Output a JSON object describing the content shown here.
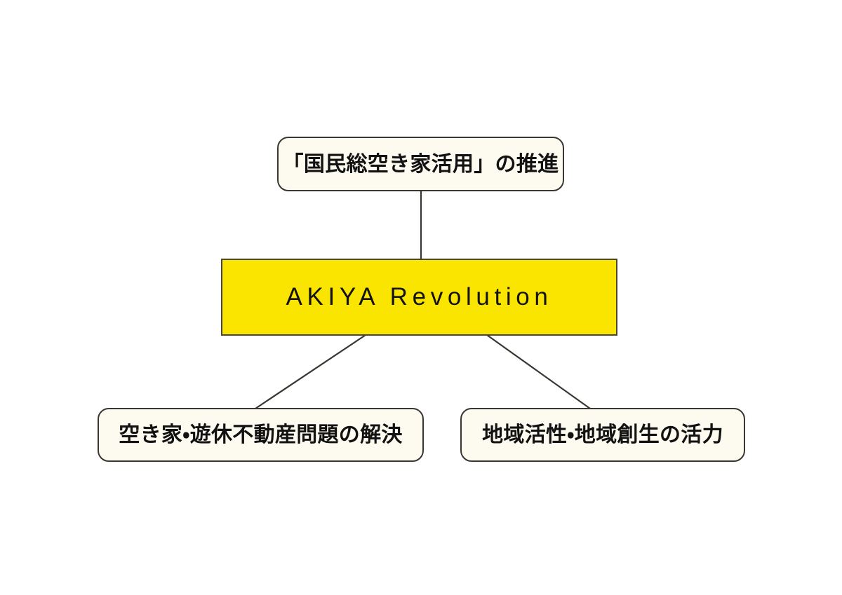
{
  "diagram": {
    "type": "hierarchy-tree",
    "background_color": "#ffffff",
    "palette": {
      "box_fill": "#fdfbf0",
      "box_border": "#3a3632",
      "accent_fill": "#f9e500",
      "accent_border": "#4a4535",
      "text_color": "#121212",
      "connector_color": "#3a3632"
    },
    "nodes": {
      "goal": {
        "label": "「国民総空き家活用」の推進",
        "role": "top-goal",
        "shape": "rounded-rectangle",
        "fill": "#fdfbf0"
      },
      "brand": {
        "label": "AKIYA Revolution",
        "role": "central-concept",
        "shape": "rectangle",
        "fill": "#f9e500"
      },
      "outcome_left": {
        "label": "空き家・遊休不動産問題の解決",
        "role": "outcome",
        "shape": "rounded-rectangle",
        "fill": "#fdfbf0"
      },
      "outcome_right": {
        "label": "地域活性・地域創生の活力",
        "role": "outcome",
        "shape": "rounded-rectangle",
        "fill": "#fdfbf0"
      }
    },
    "connectors": [
      {
        "from": "brand",
        "to": "goal",
        "style": "straight-vertical"
      },
      {
        "from": "brand",
        "to": "outcome_left",
        "style": "diagonal"
      },
      {
        "from": "brand",
        "to": "outcome_right",
        "style": "diagonal"
      }
    ]
  }
}
